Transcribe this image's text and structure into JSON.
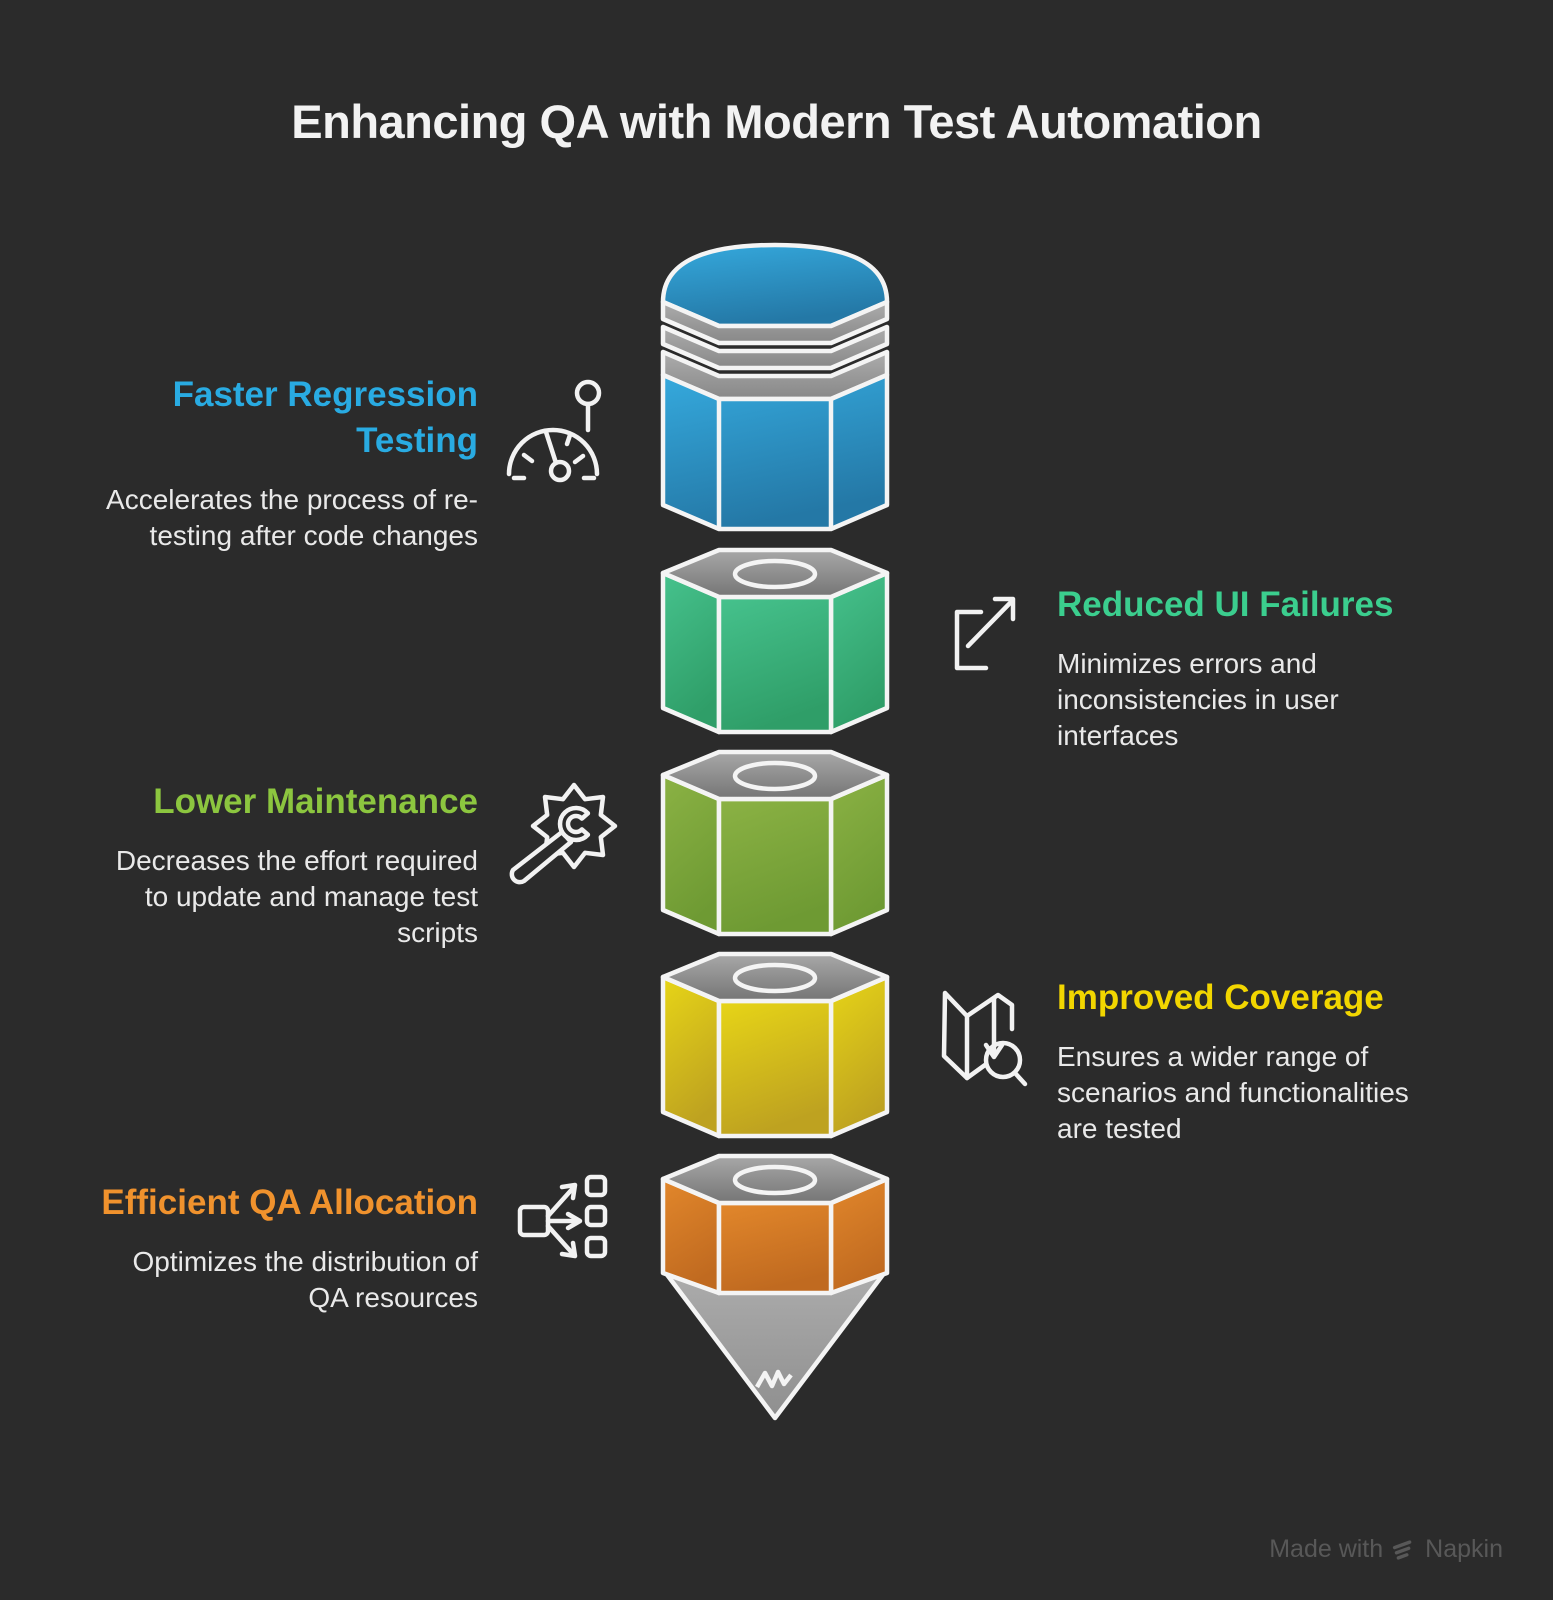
{
  "title": "Enhancing QA with Modern Test Automation",
  "sections": [
    {
      "heading": "Faster Regression\nTesting",
      "description": "Accelerates the process of re-\ntesting after code changes",
      "color": "#29abe2",
      "icon": "speedometer"
    },
    {
      "heading": "Reduced UI Failures",
      "description": "Minimizes errors and\ninconsistencies in user\ninterfaces",
      "color": "#3bce8e",
      "icon": "external-arrow"
    },
    {
      "heading": "Lower Maintenance",
      "description": "Decreases the effort required\nto update and manage test\nscripts",
      "color": "#8cc63f",
      "icon": "wrench-gear"
    },
    {
      "heading": "Improved Coverage",
      "description": "Ensures a wider range of\nscenarios and functionalities\nare tested",
      "color": "#f2d600",
      "icon": "map-magnifier"
    },
    {
      "heading": "Efficient QA Allocation",
      "description": "Optimizes the distribution of\nQA resources",
      "color": "#f0922d",
      "icon": "distribution"
    }
  ],
  "pencil": {
    "blue": {
      "top": "#35a9dd",
      "bottom": "#2478a6"
    },
    "green": {
      "top": "#46c28d",
      "bottom": "#2f9e68"
    },
    "olive": {
      "top": "#8bb244",
      "bottom": "#6e9a33"
    },
    "yellow": {
      "top": "#e7d517",
      "bottom": "#bea220"
    },
    "orange": {
      "top": "#e2872b",
      "bottom": "#c06a20"
    },
    "face": {
      "top": "#a8a8a8",
      "bottom": "#757575"
    },
    "ferrule": {
      "top": "#acacac",
      "bottom": "#888888"
    },
    "tip": {
      "top": "#acacac",
      "bottom": "#8f8f8f"
    }
  },
  "footer": {
    "text": "Made with",
    "brand": "Napkin"
  }
}
